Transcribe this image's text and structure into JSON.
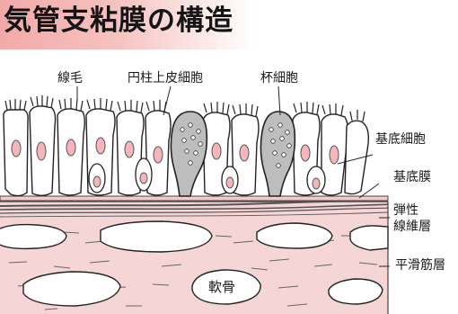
{
  "title": "気管支粘膜の構造",
  "labels": {
    "cilia": "線毛",
    "columnar_epithelial_cell": "円柱上皮細胞",
    "goblet_cell": "杯細胞",
    "basal_cell": "基底細胞",
    "basement_membrane": "基底膜",
    "elastic_fiber_layer_line1": "弾性",
    "elastic_fiber_layer_line2": "線維層",
    "smooth_muscle_layer": "平滑筋層",
    "cartilage": "軟骨"
  },
  "colors": {
    "title_band": "#f2aaa9",
    "nucleus": "#f4b6ba",
    "goblet": "#bdbdbd",
    "tissue": "#f6d5d7",
    "line": "#333333"
  }
}
